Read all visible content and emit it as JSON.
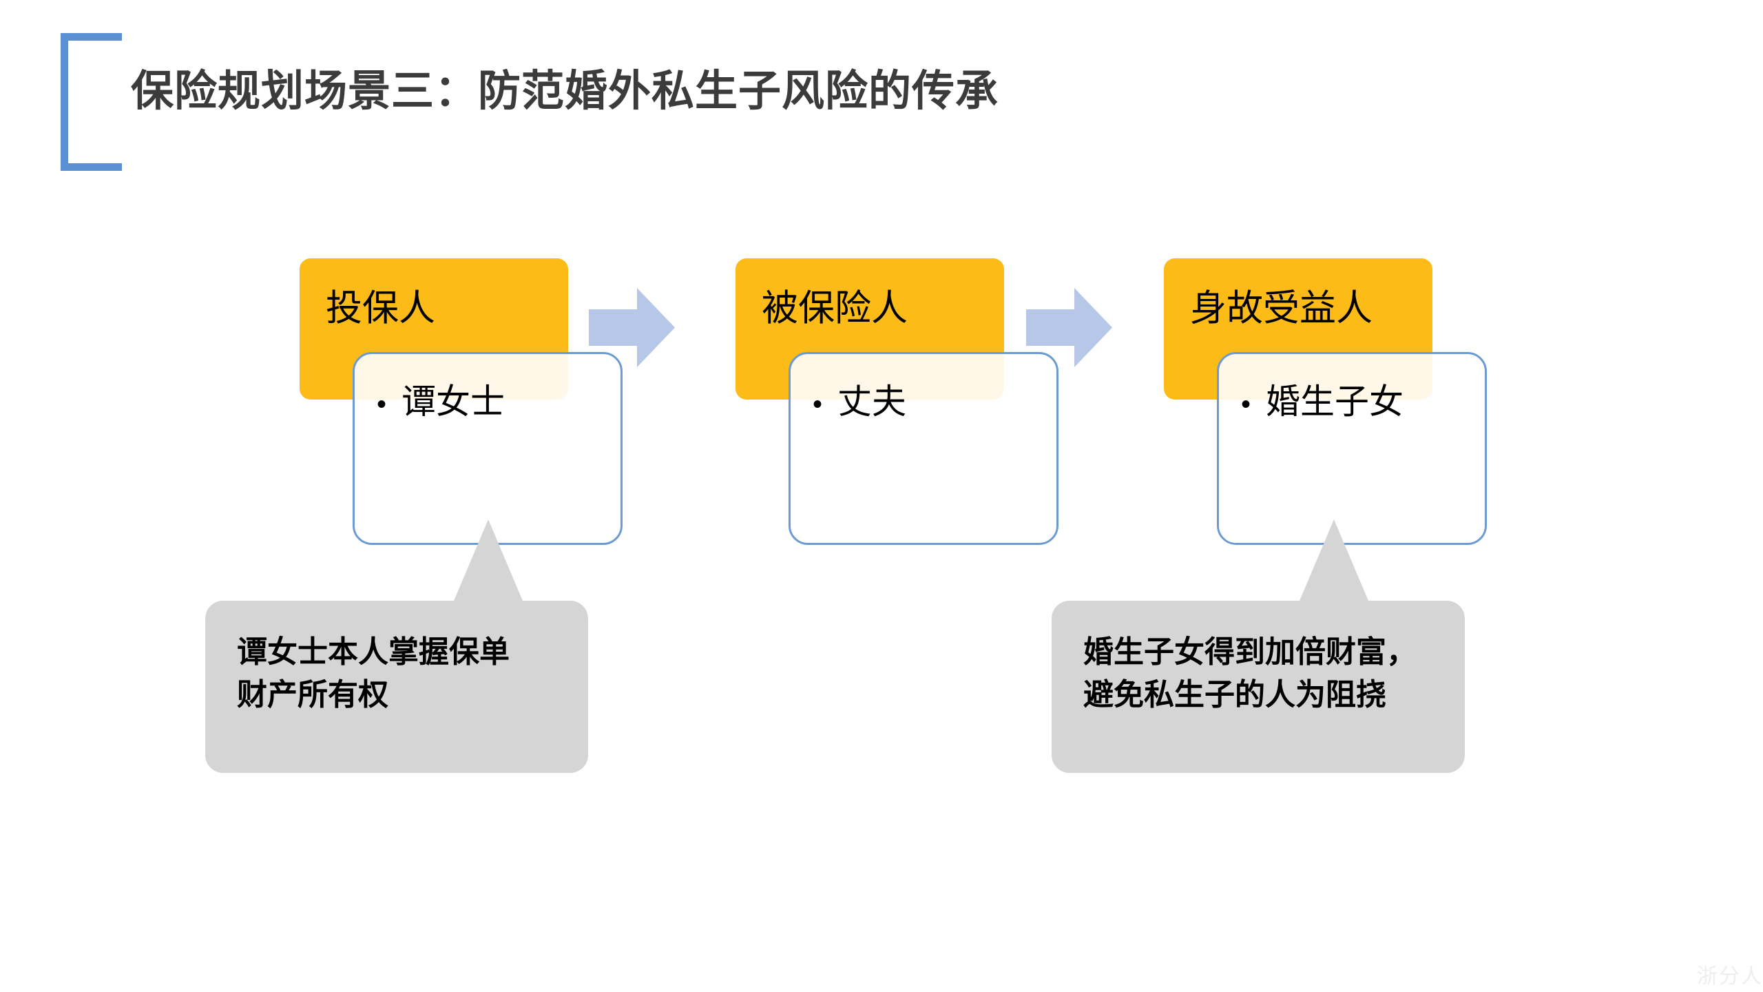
{
  "slide": {
    "title": "保险规划场景三：防范婚外私生子风险的传承",
    "watermark": "浙分人"
  },
  "colors": {
    "title_text": "#3b3b3b",
    "bracket_blue": "#5b8fd4",
    "chip_orange": "#fcbb17",
    "card_border_blue": "#6b9bd2",
    "arrow_blue": "#b6c7e8",
    "callout_gray": "#d5d5d5"
  },
  "flow": {
    "steps": [
      {
        "role": "投保人",
        "bullet": "•",
        "detail": "谭女士"
      },
      {
        "role": "被保险人",
        "bullet": "•",
        "detail": "丈夫"
      },
      {
        "role": "身故受益人",
        "bullet": "•",
        "detail": "婚生子女"
      }
    ],
    "arrows": [
      {
        "name": "arrow-1",
        "direction": "right"
      },
      {
        "name": "arrow-2",
        "direction": "right"
      }
    ]
  },
  "callouts": [
    {
      "text": "谭女士本人掌握保单\n财产所有权"
    },
    {
      "text": "婚生子女得到加倍财富，\n避免私生子的人为阻挠"
    }
  ]
}
